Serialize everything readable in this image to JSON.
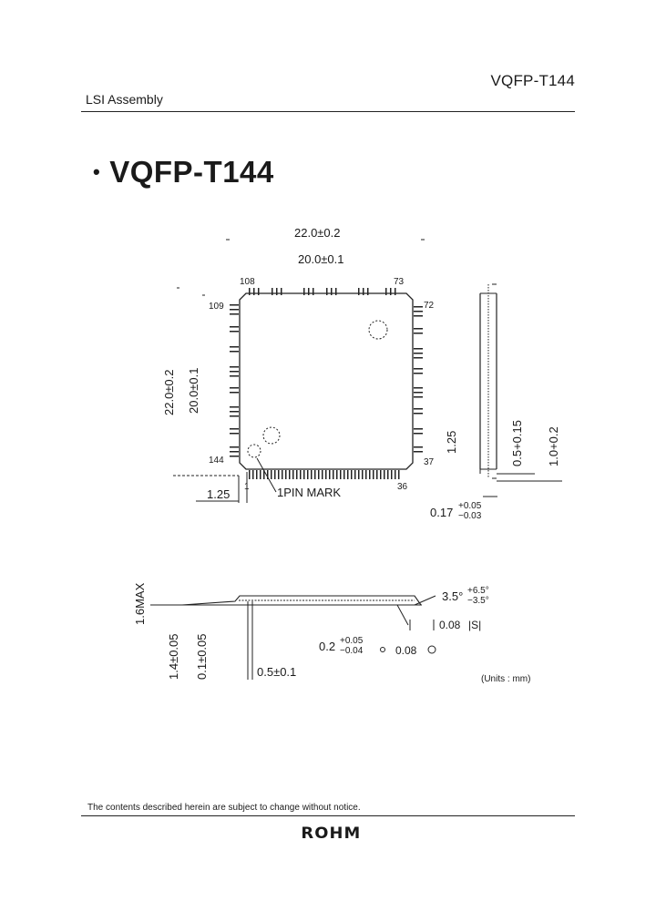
{
  "header": {
    "part_code": "VQFP-T144",
    "category": "LSI Assembly"
  },
  "title": {
    "bullet": "•",
    "text": "VQFP-T144"
  },
  "top_view": {
    "body_width": "22.0±0.2",
    "lead_span_width": "20.0±0.1",
    "body_height": "22.0±0.2",
    "lead_span_height": "20.0±0.1",
    "pin_108": "108",
    "pin_73": "73",
    "pin_109": "109",
    "pin_72": "72",
    "pin_144": "144",
    "pin_37": "37",
    "pin_1": "1",
    "pin_36": "36",
    "pin1_mark_label": "1PIN MARK",
    "corner_dim": "1.25"
  },
  "side_view_right": {
    "lead_length": "1.25",
    "foot_length": "0.5+0.15",
    "lead_width_outer": "1.0+0.2",
    "lead_width": "0.17",
    "lead_width_plus": "+0.05",
    "lead_width_minus": "−0.03"
  },
  "side_view_bottom": {
    "max_height": "1.6MAX",
    "body_thickness": "1.4±0.05",
    "standoff": "0.1±0.05",
    "angle": "3.5°",
    "angle_plus": "+6.5°",
    "angle_minus": "−3.5°",
    "coplanarity": "0.08",
    "datum": "S",
    "lead_pitch_width": "0.2",
    "lead_pitch_plus": "+0.05",
    "lead_pitch_minus": "−0.04",
    "position_tol": "0.08",
    "foot_dim": "0.5±0.1"
  },
  "units": "(Units : mm)",
  "footer": {
    "notice": "The contents described herein are subject to change without notice.",
    "logo": "ROHM"
  }
}
